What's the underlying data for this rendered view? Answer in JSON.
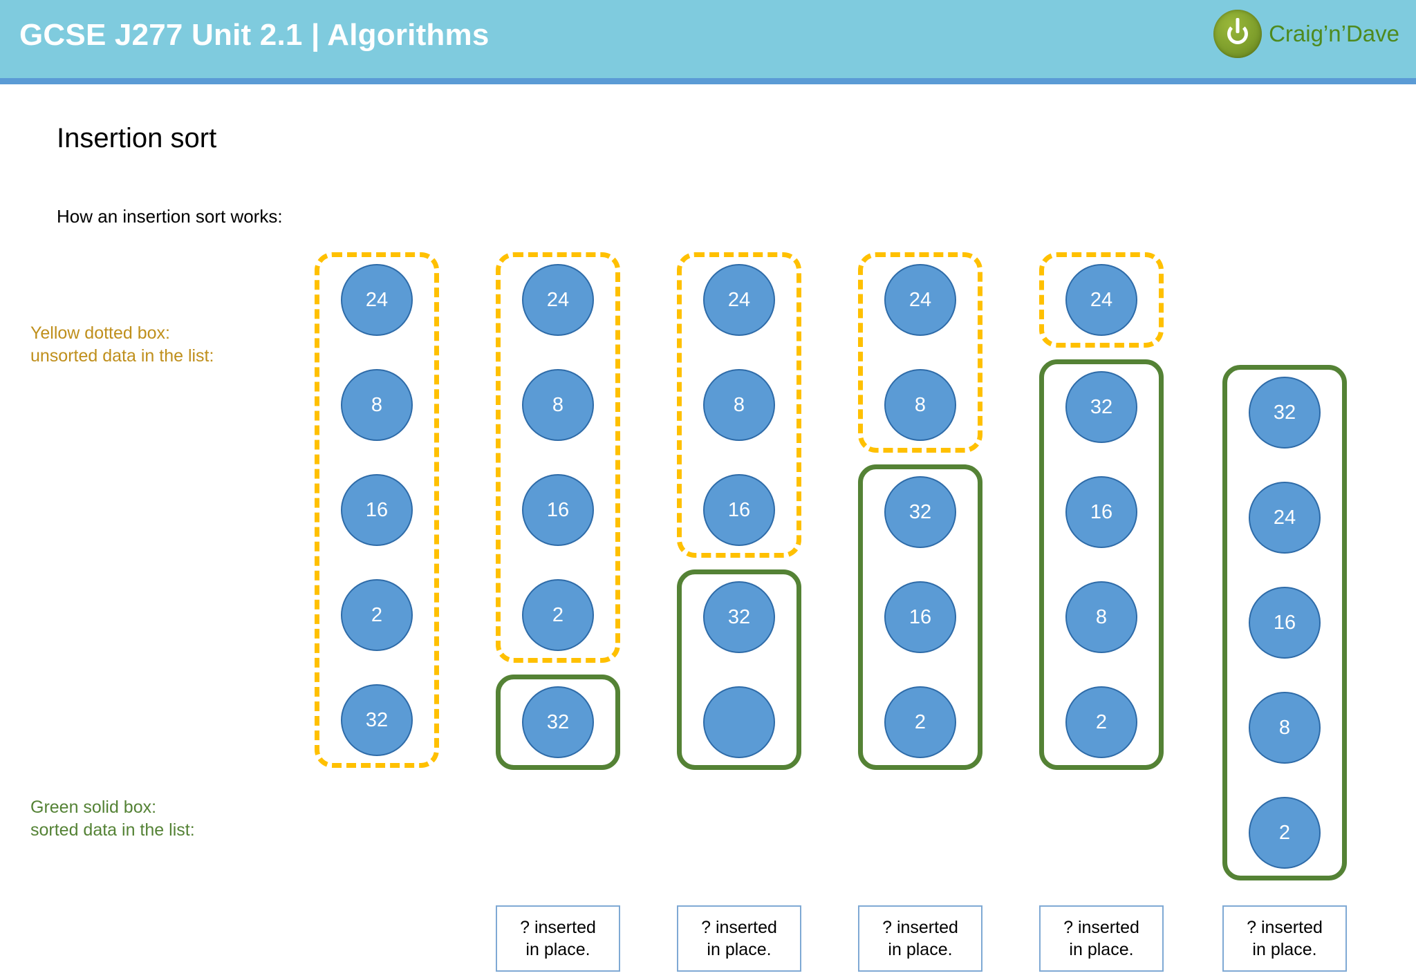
{
  "header": {
    "title": "GCSE J277 Unit 2.1 | Algorithms",
    "brand_name": "Craig’n’Dave",
    "logo_icon": "power-button-icon",
    "bg_color": "#7FCBDE",
    "rule_color": "#5B9BD5",
    "title_color": "#FFFFFF",
    "brand_color": "#4E8A1E"
  },
  "slide": {
    "title": "Insertion sort",
    "intro": "How an insertion sort works:"
  },
  "legend": {
    "unsorted": {
      "line1": "Yellow dotted box:",
      "line2": "unsorted data in the list:",
      "color": "#BF8F1C"
    },
    "sorted": {
      "line1": "Green solid box:",
      "line2": "sorted data in the list:",
      "color": "#548235"
    }
  },
  "style": {
    "node_fill": "#5B9BD5",
    "node_stroke": "#2E6BA8",
    "node_text": "#FFFFFF",
    "unsorted_border": "#FFC000",
    "sorted_border": "#548235",
    "caption_border": "#7FA9D4"
  },
  "diagram": {
    "caption_text_line1": "? inserted",
    "caption_text_line2": "in place.",
    "columns": [
      {
        "step": 1,
        "unsorted": [
          "24",
          "8",
          "16",
          "2",
          "32"
        ],
        "sorted": [],
        "caption": false
      },
      {
        "step": 2,
        "unsorted": [
          "24",
          "8",
          "16",
          "2"
        ],
        "sorted": [
          "32"
        ],
        "caption": true
      },
      {
        "step": 3,
        "unsorted": [
          "24",
          "8",
          "16"
        ],
        "sorted": [
          "32",
          ""
        ],
        "caption": true
      },
      {
        "step": 4,
        "unsorted": [
          "24",
          "8"
        ],
        "sorted": [
          "32",
          "16",
          "2"
        ],
        "caption": true
      },
      {
        "step": 5,
        "unsorted": [
          "24"
        ],
        "sorted": [
          "32",
          "16",
          "8",
          "2"
        ],
        "caption": true
      },
      {
        "step": 6,
        "unsorted": [],
        "sorted": [
          "32",
          "24",
          "16",
          "8",
          "2"
        ],
        "caption": true
      }
    ]
  }
}
